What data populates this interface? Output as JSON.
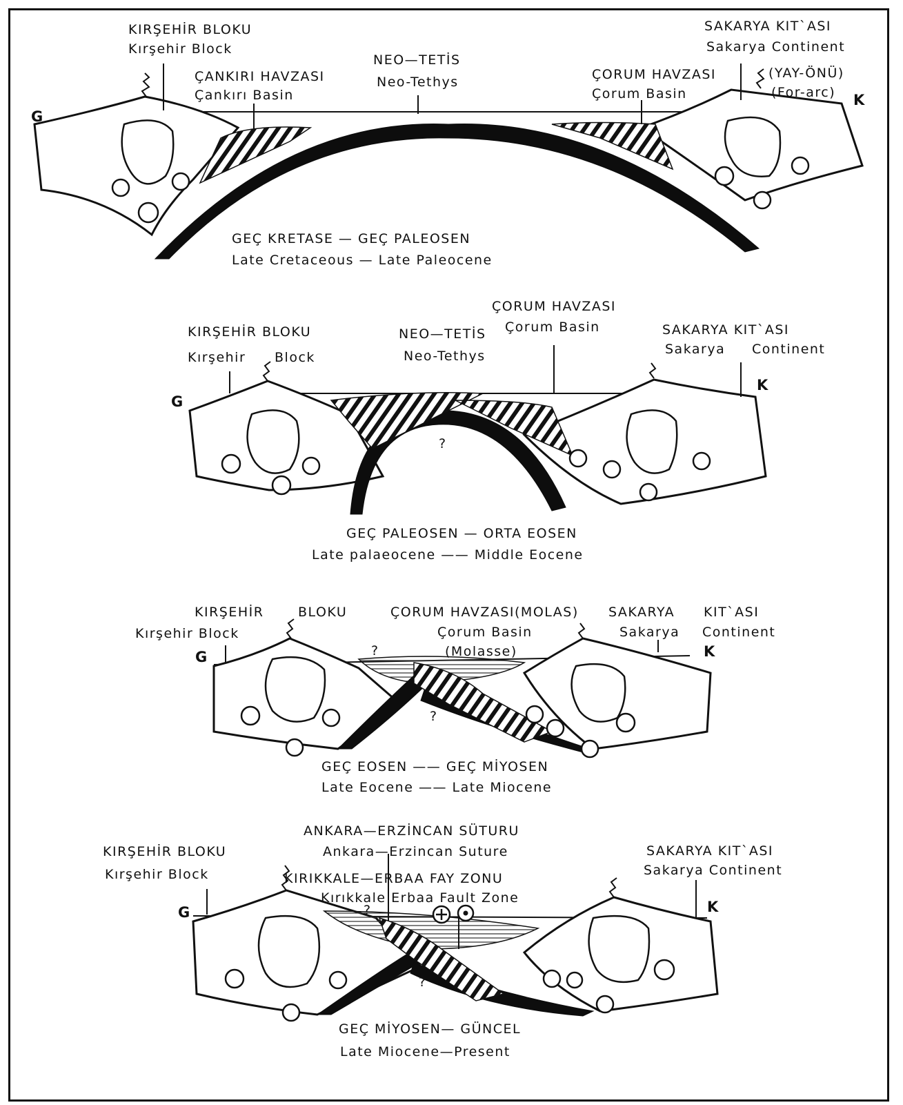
{
  "panels": [
    {
      "age_tr": "GEÇ KRETASE — GEÇ PALEOSEN",
      "age_en": "Late Cretaceous — Late Paleocene",
      "kirsehir_tr": "KIRŞEHİR BLOKU",
      "kirsehir_en": "Kırşehir Block",
      "sakarya_tr": "SAKARYA KIT`ASI",
      "sakarya_en": "Sakarya Continent",
      "cankiri_tr": "ÇANKIRI HAVZASI",
      "cankiri_en": "Çankırı Basin",
      "neotethys_tr": "NEO—TETİS",
      "neotethys_en": "Neo-Tethys",
      "corum_tr": "ÇORUM HAVZASI",
      "corum_en": "Çorum Basin",
      "forearc_tr": "(YAY-ÖNÜ)",
      "forearc_en": "(For-arc)",
      "west": "G",
      "east": "K"
    },
    {
      "age_tr": "GEÇ PALEOSEN — ORTA EOSEN",
      "age_en": "Late palaeocene —— Middle Eocene",
      "kirsehir_tr": "KIRŞEHİR BLOKU",
      "kirsehir_en1": "Kırşehir",
      "kirsehir_en2": "Block",
      "neotethys_tr": "NEO—TETİS",
      "neotethys_en": "Neo-Tethys",
      "corum_tr": "ÇORUM HAVZASI",
      "corum_en": "Çorum Basin",
      "sakarya_tr": "SAKARYA KIT`ASI",
      "sakarya_en1": "Sakarya",
      "sakarya_en2": "Continent",
      "q": "?",
      "west": "G",
      "east": "K"
    },
    {
      "age_tr": "GEÇ EOSEN —— GEÇ MİYOSEN",
      "age_en": "Late Eocene —— Late Miocene",
      "kirsehir_tr1": "KIRŞEHİR",
      "kirsehir_tr2": "BLOKU",
      "kirsehir_en": "Kırşehir Block",
      "corum_tr": "ÇORUM HAVZASI(MOLAS)",
      "corum_en": "Çorum Basin",
      "corum_en2": "(Molasse)",
      "sakarya_tr1": "SAKARYA",
      "sakarya_tr2": "KIT`ASI",
      "sakarya_en1": "Sakarya",
      "sakarya_en2": "Continent",
      "q1": "?",
      "q2": "?",
      "west": "G",
      "east": "K"
    },
    {
      "age_tr": "GEÇ MİYOSEN— GÜNCEL",
      "age_en": "Late Miocene—Present",
      "suture_tr": "ANKARA—ERZİNCAN SÜTURU",
      "suture_en": "Ankara—Erzincan Suture",
      "kirsehir_tr": "KIRŞEHİR BLOKU",
      "kirsehir_en": "Kırşehir Block",
      "fault_tr": "KIRIKKALE—ERBAA FAY ZONU",
      "fault_en": "Kırıkkale Erbaa Fault Zone",
      "sakarya_tr": "SAKARYA KIT`ASI",
      "sakarya_en": "Sakarya Continent",
      "q1": "?",
      "q2": "?",
      "west": "G",
      "east": "K"
    }
  ]
}
